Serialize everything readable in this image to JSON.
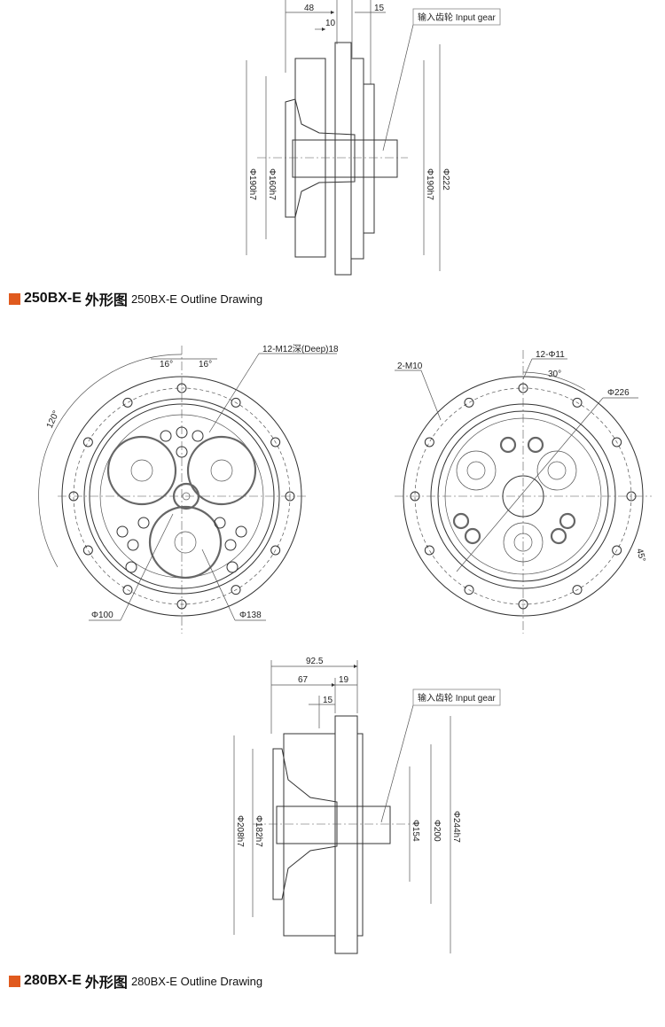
{
  "accent_color": "#e05a1e",
  "top_view": {
    "dims": [
      "48",
      "10",
      "15"
    ],
    "diameters": [
      "Φ190h7",
      "Φ160h7",
      "Φ190h7",
      "Φ222"
    ],
    "callout": "输入齿轮 Input gear"
  },
  "section_250": {
    "model": "250BX-E",
    "cn": "外形图",
    "en": "250BX-E Outline Drawing"
  },
  "front_left": {
    "angles": [
      "16°",
      "16°",
      "120°"
    ],
    "holes": "12-M12深(Deep)18",
    "d1": "Φ100",
    "d2": "Φ138"
  },
  "front_right": {
    "holes": "12-Φ11",
    "tap": "2-M10",
    "angle1": "30°",
    "angle2": "45°",
    "d": "Φ226"
  },
  "bottom_view": {
    "dims": [
      "92.5",
      "67",
      "19",
      "15"
    ],
    "diameters": [
      "Φ208h7",
      "Φ182h7",
      "Φ154",
      "Φ200",
      "Φ244h7"
    ],
    "callout": "输入齿轮 Input gear"
  },
  "section_280": {
    "model": "280BX-E",
    "cn": "外形图",
    "en": "280BX-E Outline Drawing"
  }
}
